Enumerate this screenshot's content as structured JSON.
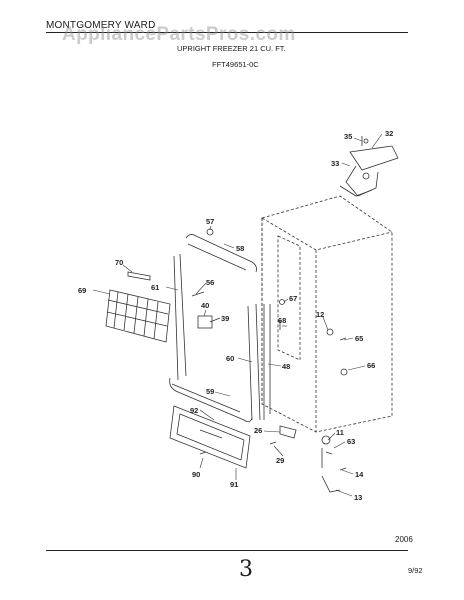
{
  "header": {
    "brand": "MONTGOMERY WARD",
    "watermark": "AppliancePartsPros.com",
    "title": "UPRIGHT FREEZER 21 CU. FT.",
    "model": "FFT49651-0C"
  },
  "footer": {
    "code": "2006",
    "page_number": "3",
    "date": "9/92"
  },
  "callouts": [
    "35",
    "32",
    "33",
    "57",
    "58",
    "70",
    "56",
    "61",
    "69",
    "40",
    "39",
    "67",
    "68",
    "12",
    "65",
    "60",
    "48",
    "66",
    "59",
    "92",
    "26",
    "11",
    "63",
    "29",
    "14",
    "90",
    "91",
    "13"
  ]
}
